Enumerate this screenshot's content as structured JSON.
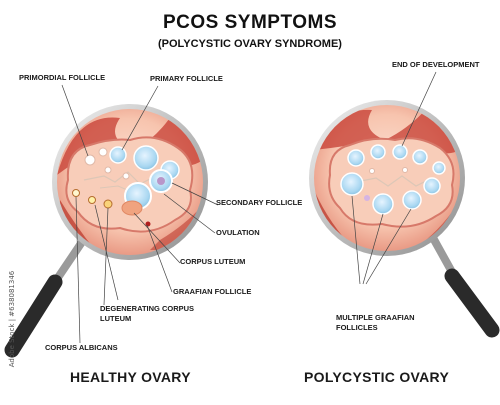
{
  "title": "PCOS SYMPTOMS",
  "subtitle": "(POLYCYSTIC OVARY SYNDROME)",
  "left_caption": "HEALTHY OVARY",
  "right_caption": "POLYCYSTIC OVARY",
  "healthy_labels": {
    "primordial_follicle": "PRIMORDIAL FOLLICLE",
    "primary_follicle": "PRIMARY FOLLICLE",
    "secondary_follicle": "SECONDARY FOLLICLE",
    "ovulation": "OVULATION",
    "corpus_luteum": "CORPUS LUTEUM",
    "graafian_follicle": "GRAAFIAN FOLLICLE",
    "degenerating_line1": "DEGENERATING CORPUS",
    "degenerating_line2": "LUTEUM",
    "corpus_albicans": "CORPUS ALBICANS"
  },
  "pcos_labels": {
    "end_of_development": "END OF DEVELOPMENT",
    "multiple_line1": "MULTIPLE GRAAFIAN",
    "multiple_line2": "FOLLICLES"
  },
  "side_text": "Adobe Stock | #638081346",
  "colors": {
    "lens_ring": "#c9c9c9",
    "handle": "#2a2a2a",
    "tissue": "#f6c3ad",
    "ovary_edge": "#d7796a",
    "blood": "#b21e1e",
    "follicle": "#a9d7f1",
    "follicle_edge": "#eef7ff"
  }
}
